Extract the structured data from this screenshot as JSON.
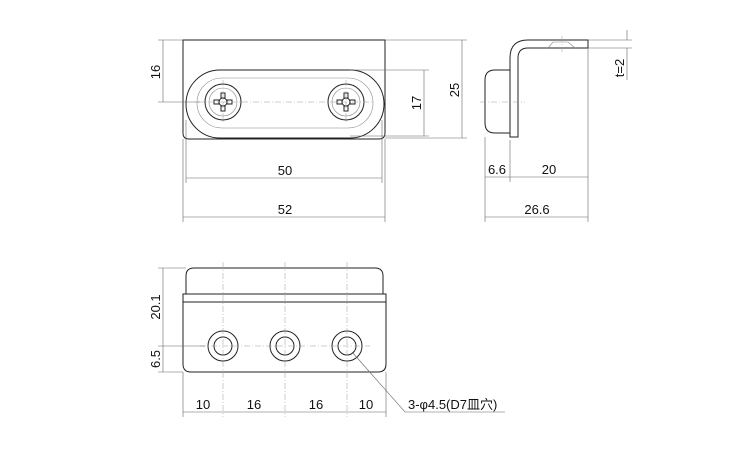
{
  "top_view": {
    "dim_offset": "16",
    "dim_slot_height": "17",
    "dim_height": "25",
    "dim_slot_width": "50",
    "dim_width": "52"
  },
  "side_view": {
    "dim_thickness": "t=2",
    "dim_head": "6.6",
    "dim_flange": "20",
    "dim_depth": "26.6"
  },
  "front_view": {
    "dim_height": "20.1",
    "dim_hole_height": "6.5",
    "dim_pitches": [
      "10",
      "16",
      "16",
      "10"
    ],
    "hole_callout": "3-φ4.5(D7皿穴)"
  }
}
